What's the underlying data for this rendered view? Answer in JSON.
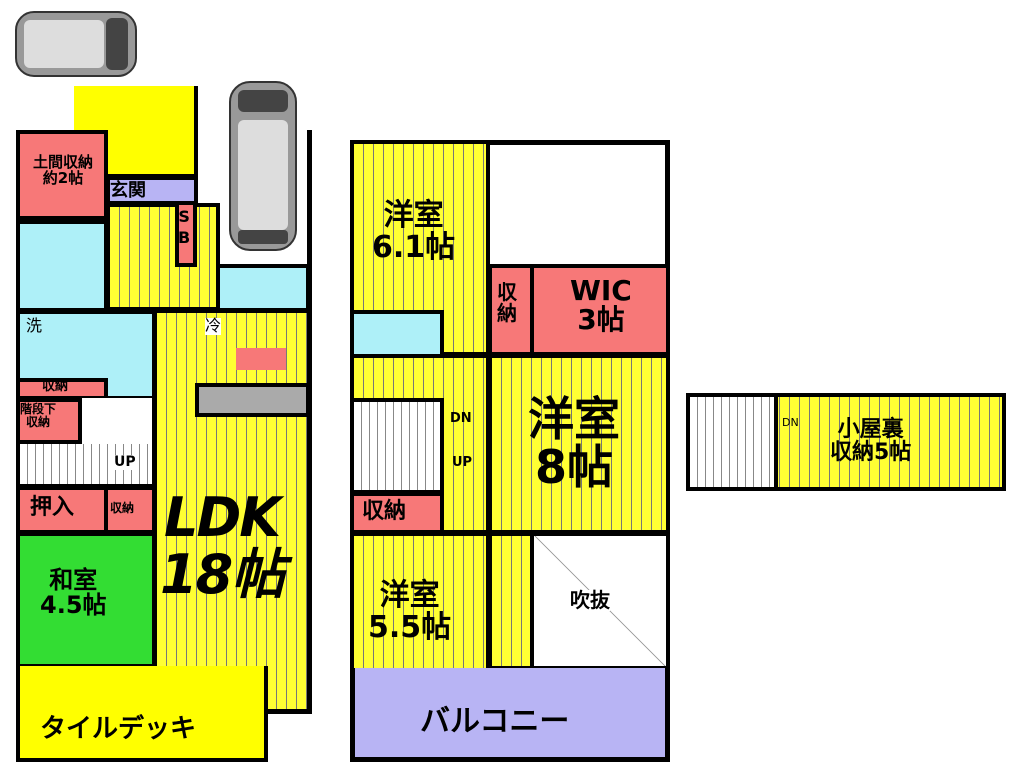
{
  "floor1": {
    "doma_storage": "土間収納\n約2帖",
    "entrance": "玄関",
    "shoe_box": "S\nB",
    "washroom": "洗",
    "storage_wash": "収納",
    "under_stairs": "階段下\n収納",
    "stairs_up": "UP",
    "closet_oshiire": "押入",
    "storage_small": "収納",
    "washitsu": "和室\n4.5帖",
    "fridge": "冷",
    "ldk": "LDK\n18帖",
    "tile_deck": "タイルデッキ"
  },
  "floor2": {
    "western1": "洋室\n6.1帖",
    "storage_wic_side": "収\n納",
    "wic": "WIC\n3帖",
    "stairs_dn": "DN",
    "stairs_up": "UP",
    "western2": "洋室\n8帖",
    "storage": "収納",
    "western3": "洋室\n5.5帖",
    "fukinuke": "吹抜",
    "balcony": "バルコニー"
  },
  "attic": {
    "stairs_dn": "DN",
    "label": "小屋裏\n収納5帖"
  },
  "colors": {
    "room": "#ffff33",
    "storage": "#f77878",
    "water": "#aef0f8",
    "entrance": "#b8b4f4",
    "tatami": "#33dd33"
  }
}
